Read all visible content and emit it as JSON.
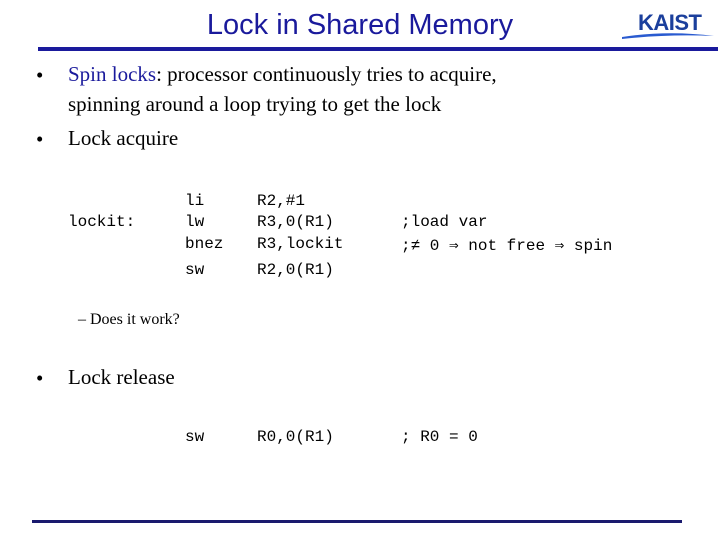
{
  "slide": {
    "title": "Lock in Shared Memory",
    "logo_text": "KAIST"
  },
  "bullets": {
    "b1_term": "Spin locks",
    "b1_rest": ": processor continuously tries to acquire,",
    "b1_line2": "spinning around a loop trying to get the lock",
    "b2": "Lock acquire",
    "sub1": "– Does it work?",
    "b3": "Lock release"
  },
  "acquire_code": {
    "label": "lockit:",
    "rows": [
      {
        "op": "li",
        "args": "R2,#1",
        "comment": ""
      },
      {
        "op": "lw",
        "args": "R3,0(R1)",
        "comment": ";load var"
      },
      {
        "op": "bnez",
        "args": "R3,lockit",
        "comment": ";≠ 0 ⇒ not free ⇒ spin"
      },
      {
        "op": "sw",
        "args": "R2,0(R1)",
        "comment": ""
      }
    ]
  },
  "release_code": {
    "op": "sw",
    "args": "R0,0(R1)",
    "comment": "; R0 = 0"
  },
  "colors": {
    "title_blue": "#1a1a9c",
    "logo_blue": "#1b3f9c"
  }
}
